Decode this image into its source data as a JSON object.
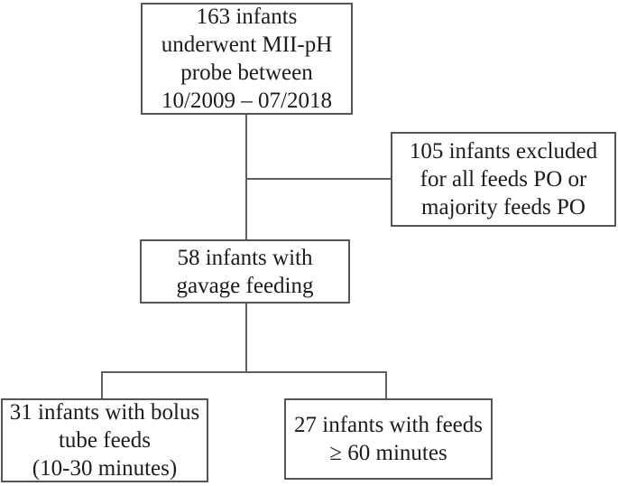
{
  "diagram": {
    "type": "flowchart",
    "nodes": {
      "top": {
        "text": "163 infants\nunderwent MII-pH\nprobe between\n10/2009 – 07/2018"
      },
      "excluded": {
        "text": "105 infants excluded\nfor all feeds PO or\nmajority feeds PO"
      },
      "gavage": {
        "text": "58 infants with\ngavage feeding"
      },
      "bolus": {
        "text": "31 infants with bolus\ntube feeds\n(10-30 minutes)"
      },
      "feeds60": {
        "text": "27 infants with feeds\n≥ 60 minutes"
      }
    },
    "edges": [
      {
        "from": "top",
        "to": "gavage"
      },
      {
        "from": "top",
        "to": "excluded"
      },
      {
        "from": "gavage",
        "to": "bolus"
      },
      {
        "from": "gavage",
        "to": "feeds60"
      }
    ]
  },
  "colors": {
    "background": "#ffffff",
    "border": "#555555",
    "line": "#5e5e5e",
    "text": "#1c1c1c"
  }
}
